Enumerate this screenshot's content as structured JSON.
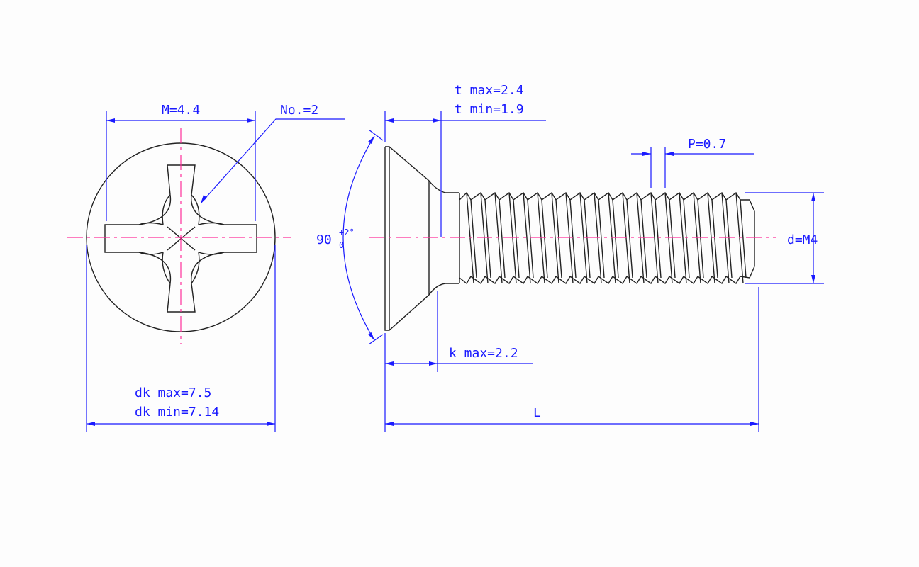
{
  "drawing": {
    "top_view": {
      "m_label": "M=4.4",
      "no_label": "No.=2",
      "dk_max": "dk max=7.5",
      "dk_min": "dk min=7.14"
    },
    "side_view": {
      "t_max": "t max=2.4",
      "t_min": "t min=1.9",
      "angle": "90",
      "angle_tol_upper": "+2°",
      "angle_tol_lower": "0",
      "k_max": "k max=2.2",
      "length": "L",
      "pitch": "P=0.7",
      "diameter": "d=M4"
    },
    "colors": {
      "dimension": "#1a1aff",
      "centerline": "#ff2f9a",
      "outline": "#222222"
    }
  }
}
